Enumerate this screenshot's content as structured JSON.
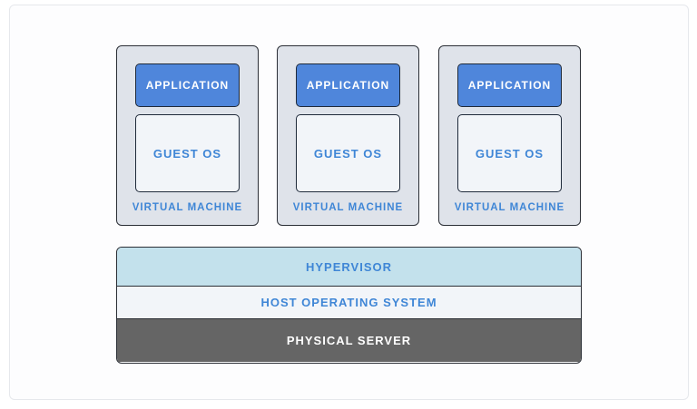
{
  "virtual_machines": [
    {
      "application_label": "APPLICATION",
      "guest_os_label": "GUEST OS",
      "vm_label": "VIRTUAL MACHINE"
    },
    {
      "application_label": "APPLICATION",
      "guest_os_label": "GUEST OS",
      "vm_label": "VIRTUAL MACHINE"
    },
    {
      "application_label": "APPLICATION",
      "guest_os_label": "GUEST OS",
      "vm_label": "VIRTUAL MACHINE"
    }
  ],
  "layers": {
    "hypervisor": "HYPERVISOR",
    "host_os": "HOST OPERATING SYSTEM",
    "physical_server": "PHYSICAL SERVER"
  },
  "colors": {
    "application_fill": "#4f86db",
    "label_blue": "#3f86d6",
    "vm_fill": "#dfe3ea",
    "hypervisor_fill": "#c3e1ec",
    "host_os_fill": "#f2f5f9",
    "physical_fill": "#656565"
  }
}
